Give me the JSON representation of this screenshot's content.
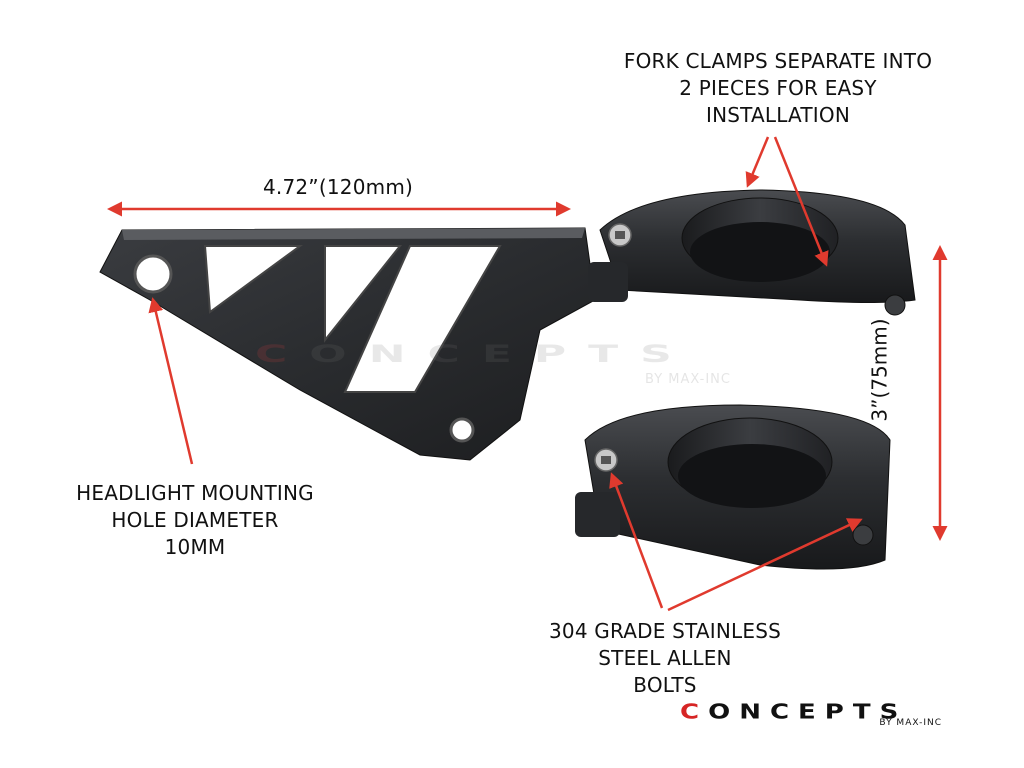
{
  "annotations": {
    "fork_clamps": [
      "FORK CLAMPS SEPARATE INTO",
      "2 PIECES FOR EASY",
      "INSTALLATION"
    ],
    "length": "4.72”(120mm)",
    "height": "3”(75mm)",
    "mounting_hole": [
      "HEADLIGHT MOUNTING",
      "HOLE DIAMETER",
      "10MM"
    ],
    "bolts": [
      "304 GRADE STAINLESS",
      "STEEL ALLEN",
      "BOLTS"
    ]
  },
  "branding": {
    "logo_first_letter": "C",
    "logo_rest": "ONCEPTS",
    "logo_sub": "BY MAX-INC",
    "watermark_first_letter": "C",
    "watermark_rest": "ONCEPTS",
    "watermark_sub": "BY MAX-INC"
  },
  "colors": {
    "arrow": "#e03a2e",
    "bracket": "#2b2d30",
    "logo_accent": "#d62525"
  }
}
